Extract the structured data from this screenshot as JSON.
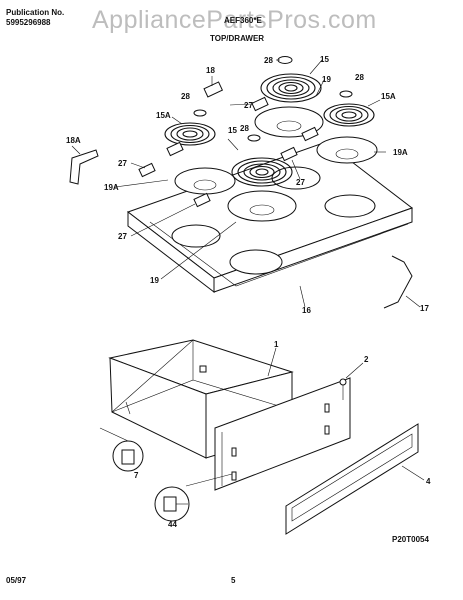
{
  "header": {
    "publication_label": "Publication No.",
    "publication_number": "5995296988",
    "model": "AEF360*E",
    "section_title": "TOP/DRAWER",
    "watermark": "AppliancePartsPros.com"
  },
  "callouts": {
    "c1": "1",
    "c2": "2",
    "c4": "4",
    "c7": "7",
    "c44": "44",
    "c15a": "15",
    "c15b": "15A",
    "c15c": "15",
    "c15d": "15A",
    "c16": "16",
    "c17": "17",
    "c18": "18",
    "c18a": "18A",
    "c19a": "19",
    "c19b": "19A",
    "c19c": "19A",
    "c19d": "19",
    "c27a": "27",
    "c27b": "27",
    "c27c": "27",
    "c27d": "27",
    "c28a": "28",
    "c28b": "28",
    "c28c": "28",
    "c28d": "28"
  },
  "footer": {
    "figure_code": "P20T0054",
    "date": "05/97",
    "page": "5"
  }
}
